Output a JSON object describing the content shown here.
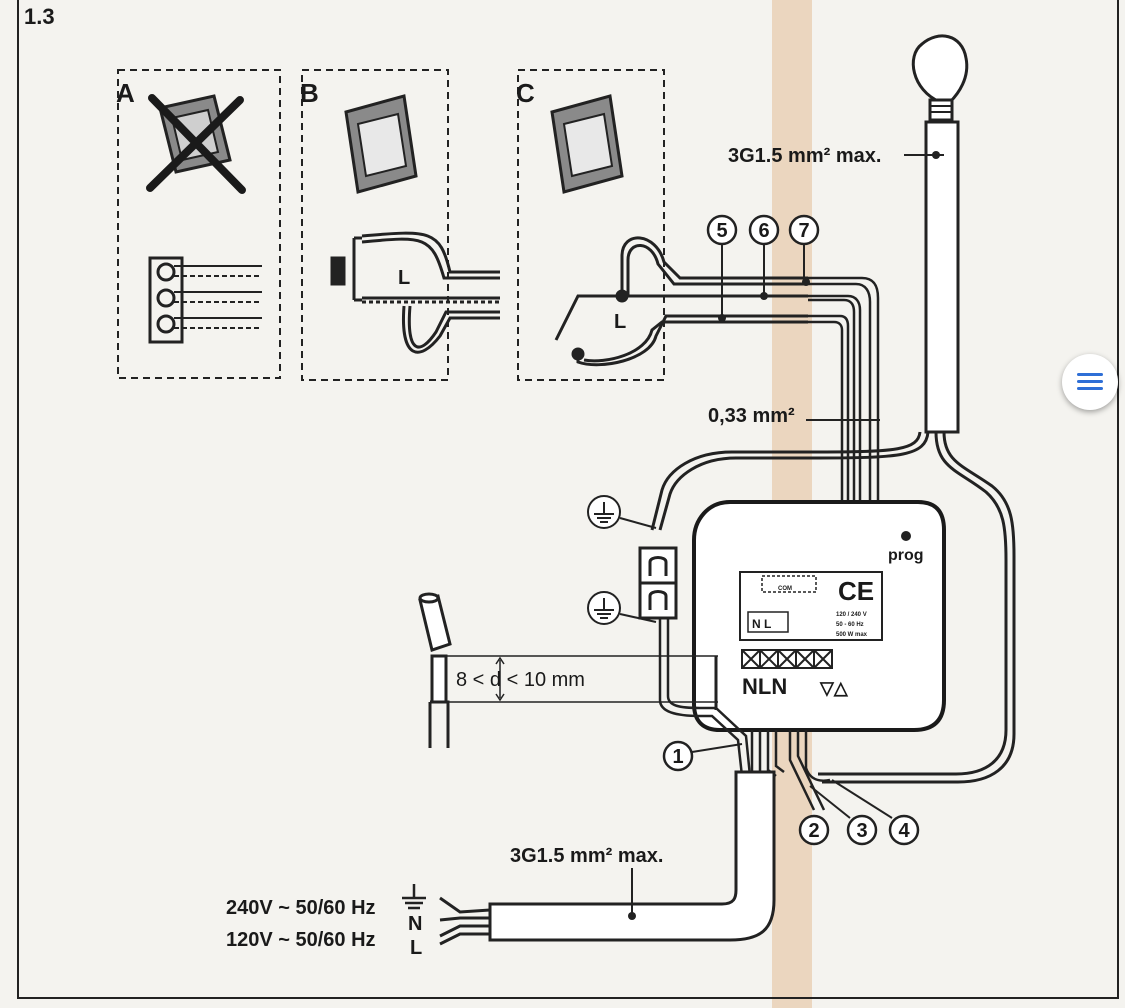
{
  "figure": {
    "number": "1.3",
    "panels": {
      "a": "A",
      "b": "B",
      "c": "C"
    },
    "callouts": [
      "1",
      "2",
      "3",
      "4",
      "5",
      "6",
      "7"
    ],
    "wire_lamp": "3G1.5 mm² max.",
    "wire_mains": "3G1.5 mm² max.",
    "signal_wire": "0,33 mm²",
    "strip_length": "8 < d < 10 mm",
    "supply_240": "240V ~ 50/60 Hz",
    "supply_120": "120V ~ 50/60 Hz",
    "mains_letters": {
      "n": "N",
      "l": "L"
    },
    "switch_l": "L",
    "prog": "prog",
    "terminals": "NLN",
    "ce": "CE",
    "device_rating": [
      "120 / 240 V",
      "50 - 60 Hz",
      "500 W max"
    ],
    "device_nl": "N L",
    "device_com": "COM"
  },
  "menu": {
    "icon": "hamburger-menu-icon"
  }
}
